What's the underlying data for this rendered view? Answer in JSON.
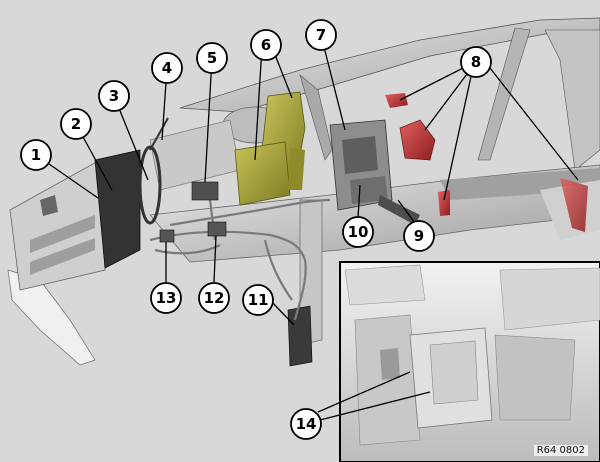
{
  "figure": {
    "code": "R64 0802",
    "callouts": [
      "1",
      "2",
      "3",
      "4",
      "5",
      "6",
      "7",
      "8",
      "9",
      "10",
      "11",
      "12",
      "13",
      "14"
    ]
  },
  "colors": {
    "background": "#d8d8d8",
    "highlight_olive": "#a9a53a",
    "highlight_red": "#c23a3a",
    "body_shell": "#bdbdbd",
    "inset_frame": "#000000"
  }
}
